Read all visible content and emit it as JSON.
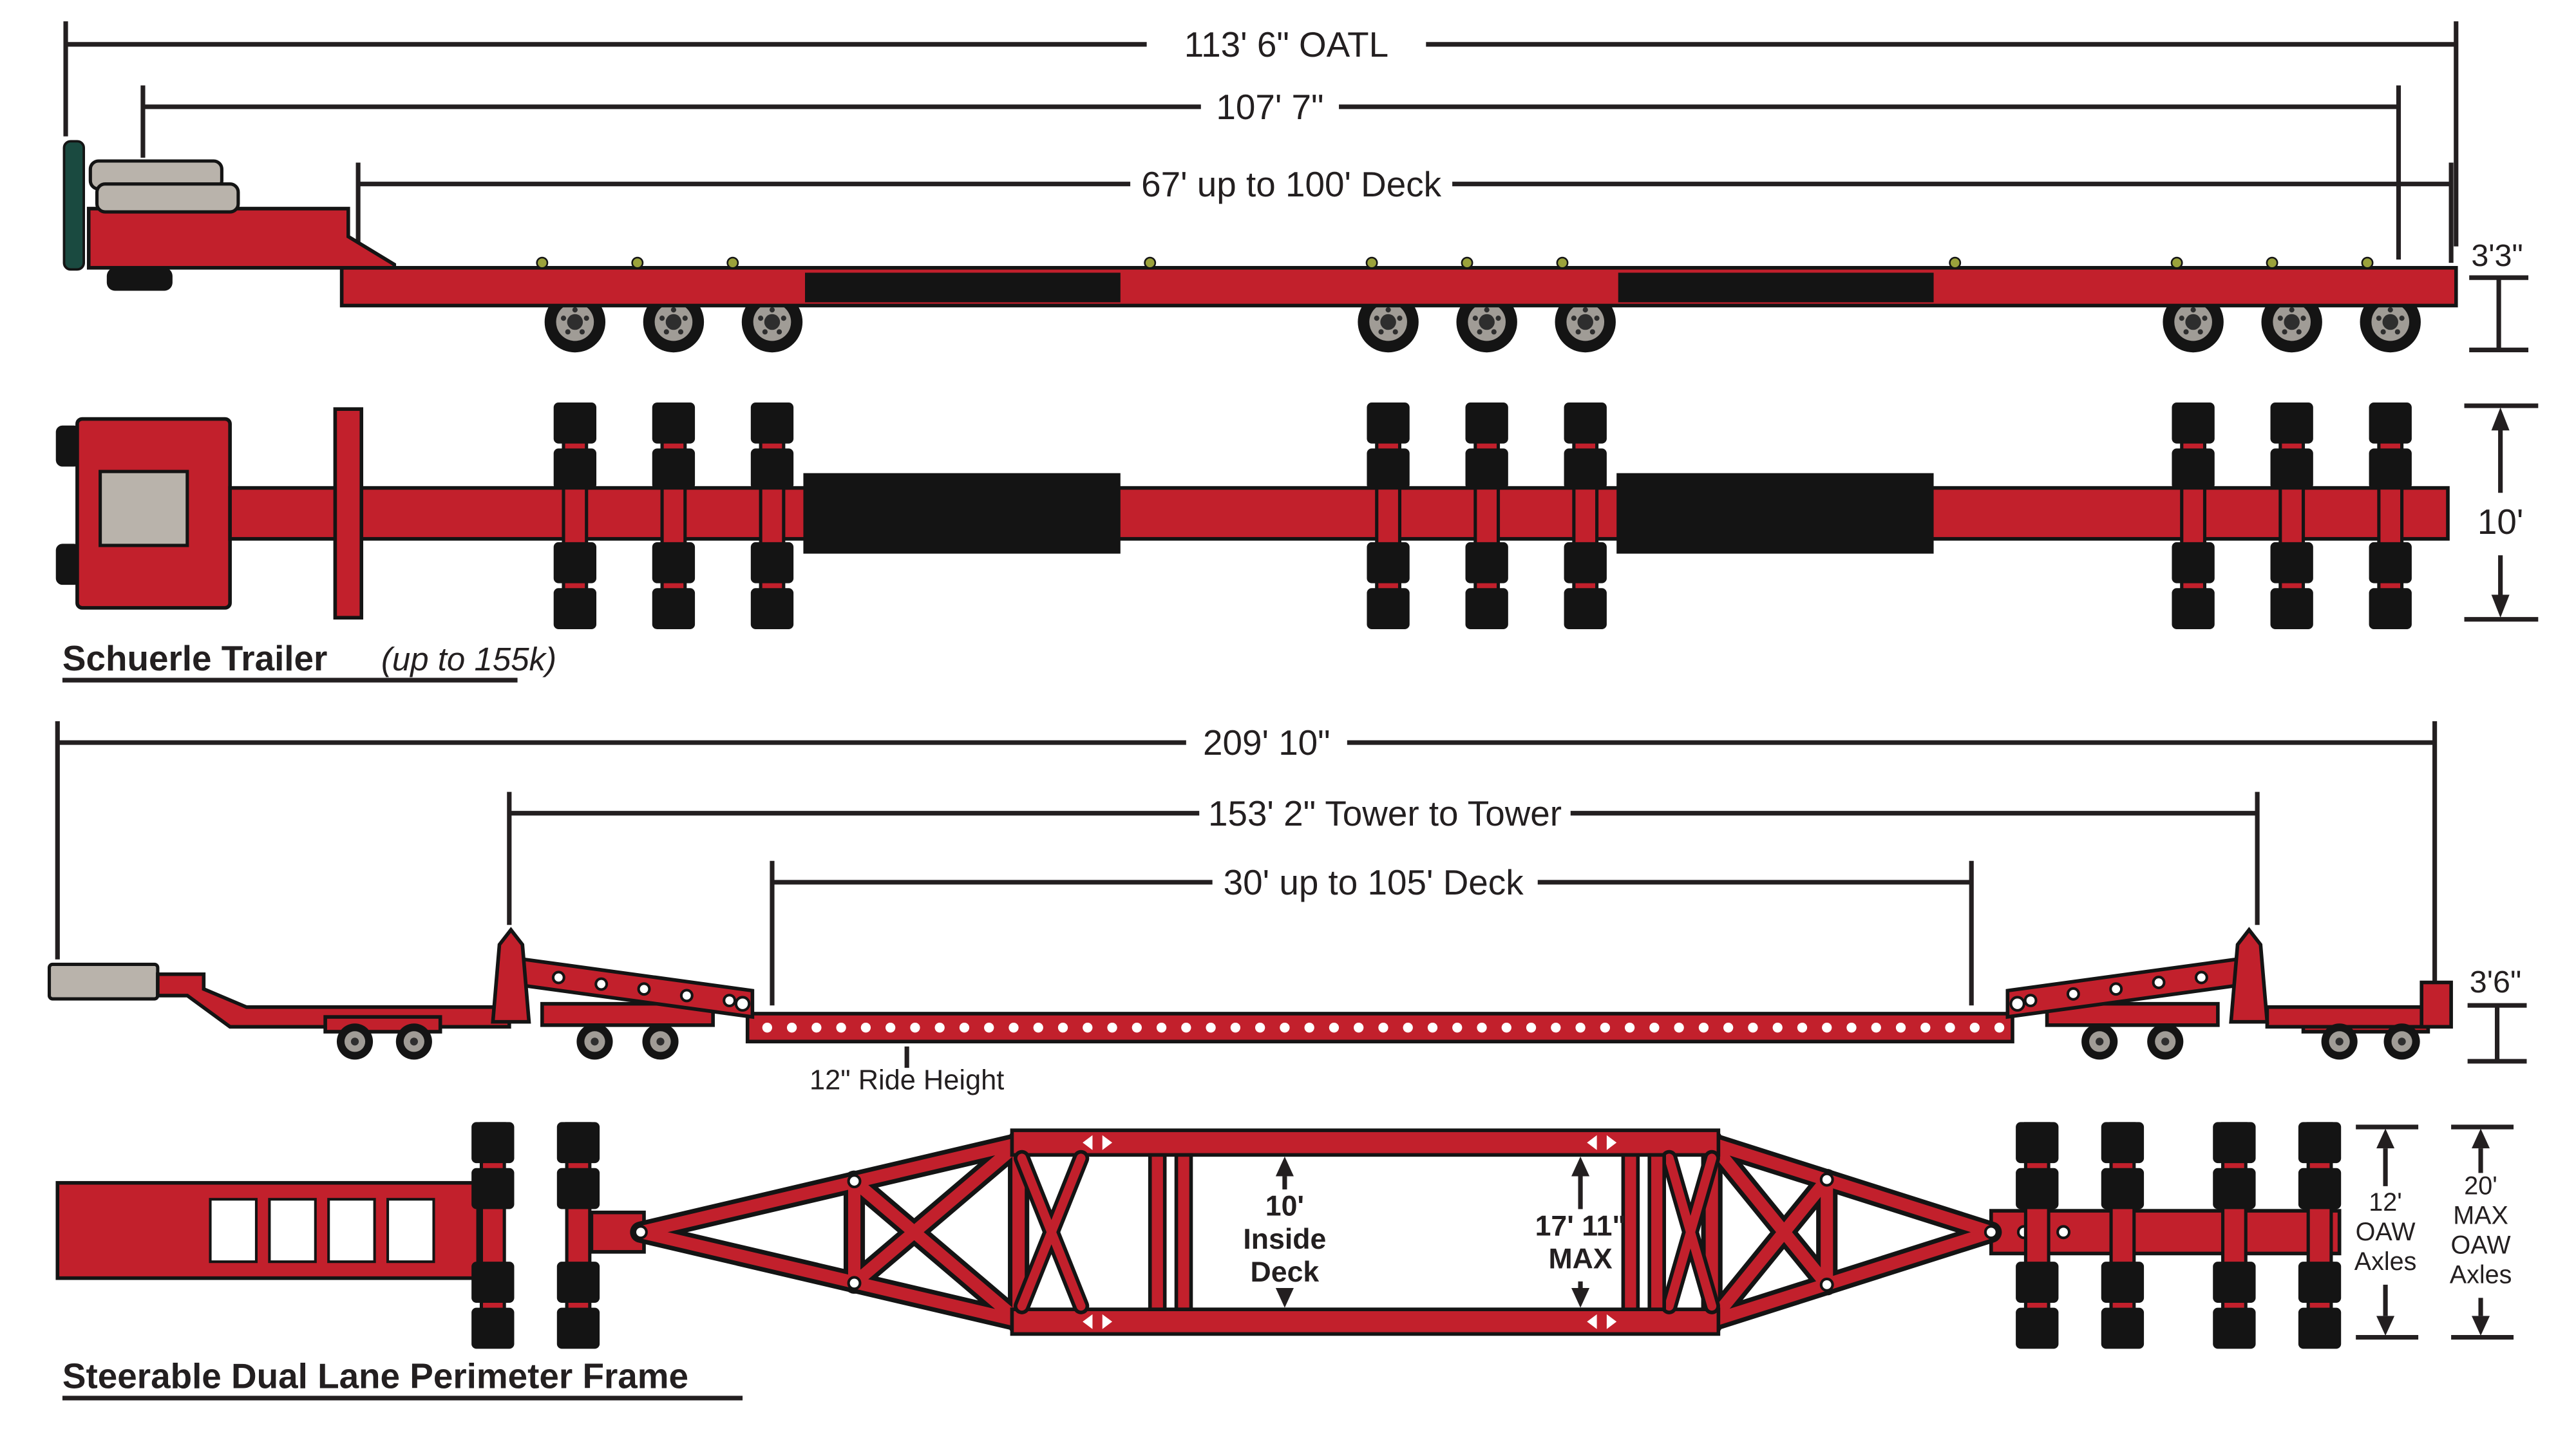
{
  "colors": {
    "trailer_red": "#c2202c",
    "tire_black": "#141414",
    "steel_gray": "#b9b3ab",
    "stand_green": "#1a4a40",
    "line_ink": "#231f20",
    "tiedown_olive": "#9ba23b"
  },
  "schuerle": {
    "title": "Schuerle Trailer",
    "subtitle": "(up to 155k)",
    "dim_oatl": "113' 6\" OATL",
    "dim_overall2": "107' 7\"",
    "dim_deck": "67' up to 100' Deck",
    "dim_height": "3'3\"",
    "dim_width": "10'"
  },
  "dual_lane": {
    "title": "Steerable Dual Lane Perimeter Frame",
    "dim_overall": "209' 10\"",
    "dim_tower": "153' 2\" Tower to Tower",
    "dim_deck": "30' up to 105' Deck",
    "ride_height": "12\" Ride Height",
    "dim_height": "3'6\"",
    "inside_deck": {
      "l1": "10'",
      "l2": "Inside",
      "l3": "Deck"
    },
    "max_width": {
      "l1": "17' 11\"",
      "l2": "MAX"
    },
    "oaw": {
      "l1": "12'",
      "l2": "OAW",
      "l3": "Axles"
    },
    "max_oaw": {
      "l1": "20'",
      "l2": "MAX",
      "l3": "OAW",
      "l4": "Axles"
    }
  }
}
